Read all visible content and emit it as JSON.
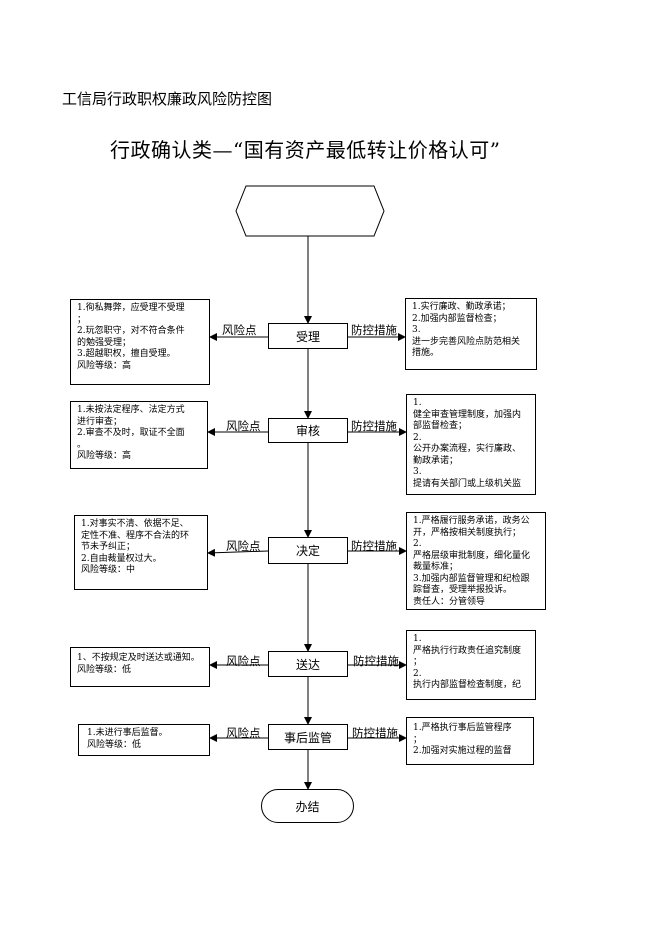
{
  "doc_title": "工信局行政职权廉政风险防控图",
  "main_title": "行政确认类—“国有资产最低转让价格认可”",
  "start_label": "",
  "risk_label": "风险点",
  "control_label": "防控措施",
  "end_label": "办结",
  "steps": [
    {
      "name": "受理",
      "risks": [
        "1.徇私舞弊，应受理不受理",
        "；",
        "2.玩忽职守，对不符合条件",
        "的勉强受理；",
        "3.超越职权，擅自受理。",
        "风险等级：高"
      ],
      "controls": [
        "1.实行廉政、勤政承诺；",
        "2.加强内部监督检查；",
        "3.",
        "进一步完善风险点防范相关",
        "措施。"
      ]
    },
    {
      "name": "审核",
      "risks": [
        "1.未按法定程序、法定方式",
        "进行审查；",
        "2.审查不及时，取证不全面",
        "。",
        "风险等级：高"
      ],
      "controls": [
        "1.",
        "健全审查管理制度，加强内",
        "部监督检查；",
        "2.",
        "公开办案流程，实行廉政、",
        "勤政承诺；",
        "3.",
        "提请有关部门或上级机关监"
      ]
    },
    {
      "name": "决定",
      "risks": [
        "1.对事实不清、依据不足、",
        "定性不准、程序不合法的环",
        "节未予纠正；",
        "2.自由裁量权过大。",
        "风险等级：中"
      ],
      "controls": [
        "1.严格履行服务承诺，政务公",
        "开，严格按相关制度执行；",
        "2.",
        "严格层级审批制度，细化量化",
        "裁量标准；",
        "3.加强内部监督管理和纪检跟",
        "踪督查，受理举报投诉。",
        "责任人：分管领导"
      ]
    },
    {
      "name": "送达",
      "risks": [
        "1、不按规定及时送达或通知。",
        "风险等级：低"
      ],
      "controls": [
        "1.",
        "严格执行行政责任追究制度",
        "；",
        "2.",
        "执行内部监督检查制度，纪"
      ]
    },
    {
      "name": "事后监管",
      "risks": [
        "1.未进行事后监督。",
        "风险等级：低"
      ],
      "controls": [
        "1.严格执行事后监管程序",
        "；",
        "2.加强对实施过程的监督"
      ]
    }
  ]
}
